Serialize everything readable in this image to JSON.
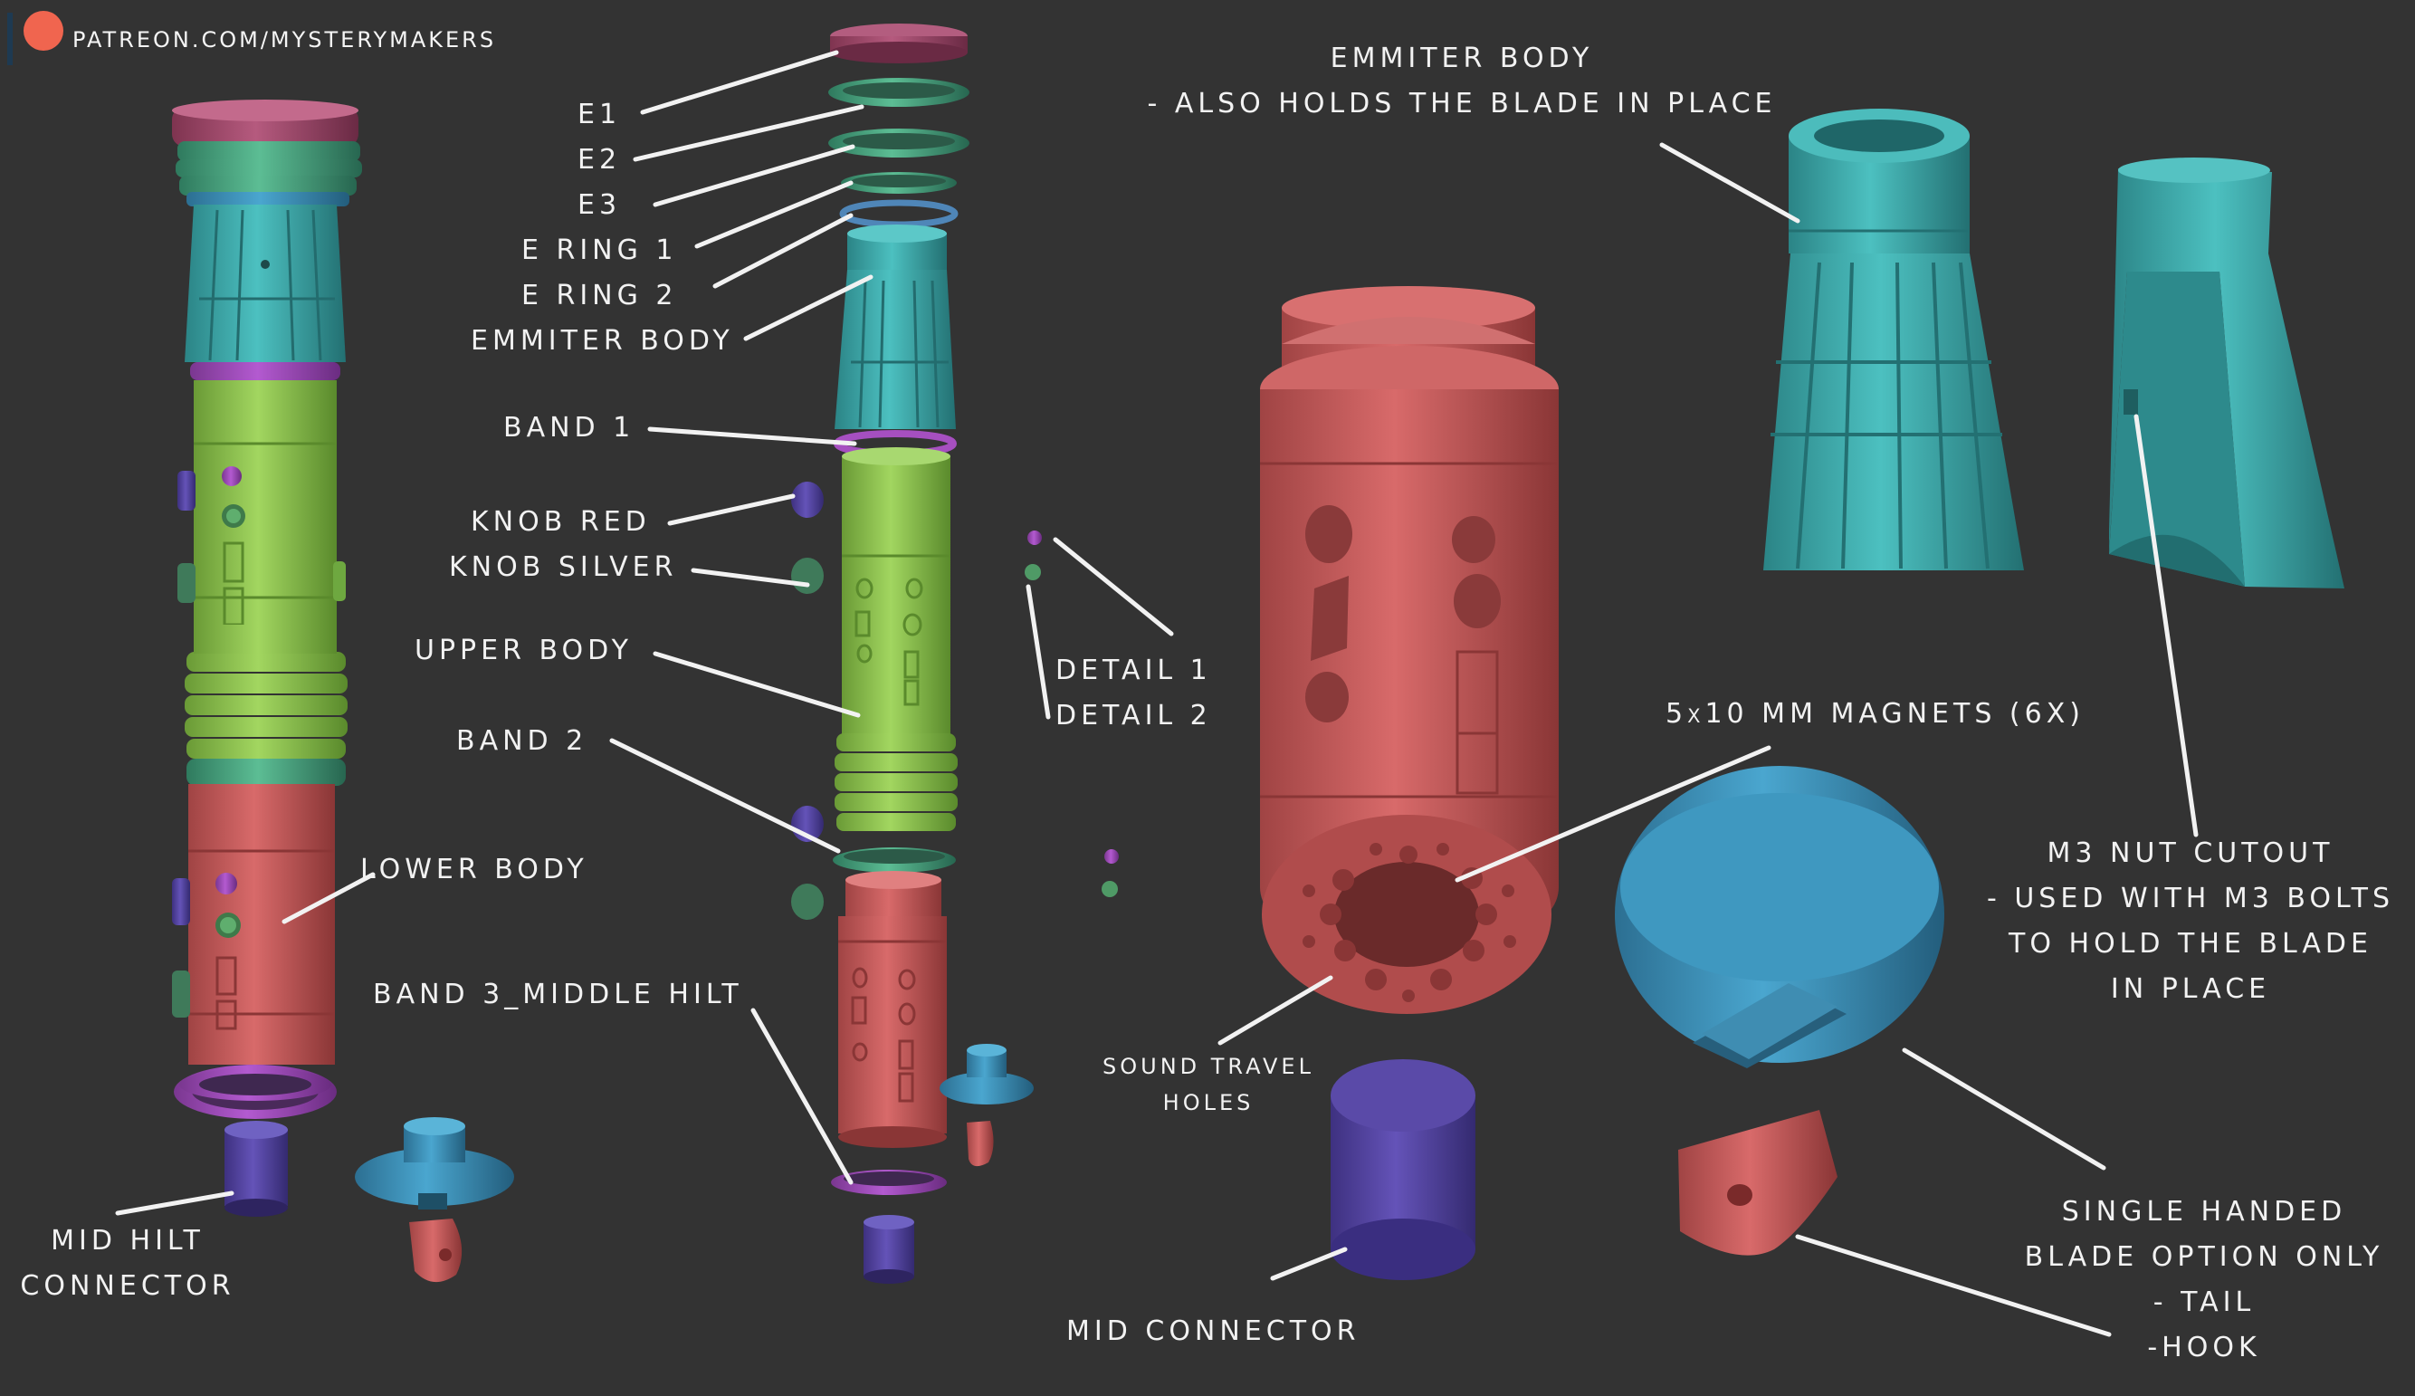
{
  "header": {
    "url": "PATREON.COM/MYSTERYMAKERS"
  },
  "labels": {
    "e1": "E1",
    "e2": "E2",
    "e3": "E3",
    "ering1": "E RING 1",
    "ering2": "E RING 2",
    "emitter_body": "EMMITER BODY",
    "band1": "BAND 1",
    "knob_red": "KNOB RED",
    "knob_silver": "KNOB SILVER",
    "upper_body": "UPPER BODY",
    "band2": "BAND 2",
    "lower_body": "LOWER BODY",
    "band3": "BAND 3_MIDDLE HILT",
    "mid_hilt_1": "MID HILT",
    "mid_hilt_2": "CONNECTOR",
    "detail1": "DETAIL 1",
    "detail2": "DETAIL 2",
    "emitter_title_1": "EMMITER BODY",
    "emitter_title_2": "- ALSO HOLDS THE BLADE IN PLACE",
    "magnets": "5x10 MM MAGNETS (6X)",
    "sound_1": "SOUND TRAVEL",
    "sound_2": "HOLES",
    "mid_connector": "MID CONNECTOR",
    "m3_1": "M3 NUT CUTOUT",
    "m3_2": "- USED WITH M3 BOLTS",
    "m3_3": "TO HOLD THE BLADE",
    "m3_4": "IN PLACE",
    "single_1": "SINGLE HANDED",
    "single_2": "BLADE OPTION ONLY",
    "single_3": "- TAIL",
    "single_4": "-HOOK"
  },
  "colors": {
    "background": "#333333",
    "magenta": "#a64a6e",
    "mint": "#4fa682",
    "teal": "#3fa6a8",
    "ring_blue": "#4f86b8",
    "purple_band": "#a64fc0",
    "green_body": "#8cc24e",
    "red_body": "#c85a5a",
    "violet_band": "#8a4aa6",
    "indigo": "#5a4aa0",
    "blue_cap": "#3f8fb6",
    "hook_red": "#c44040",
    "knob_purple": "#7a4fb0",
    "knob_green": "#4f9a66",
    "leader": "#f2f2f2"
  }
}
